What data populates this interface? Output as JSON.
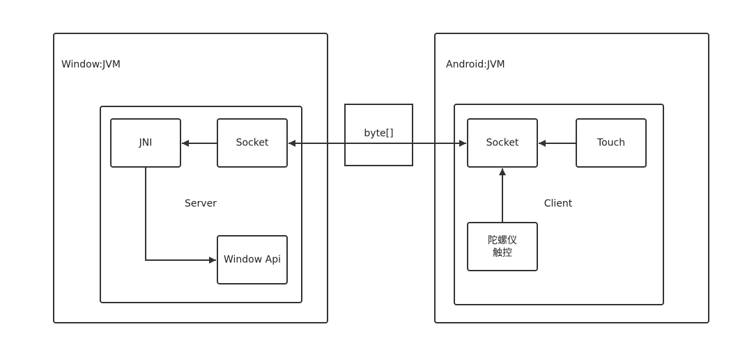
{
  "window_jvm": {
    "title": "Window:JVM",
    "server": {
      "label": "Server",
      "jni": "JNI",
      "socket": "Socket",
      "window_api": "Window Api"
    }
  },
  "message": {
    "label": "byte[]"
  },
  "android_jvm": {
    "title": "Android:JVM",
    "client": {
      "label": "Client",
      "socket": "Socket",
      "touch": "Touch",
      "gyro_line1": "陀螺仪",
      "gyro_line2": "触控"
    }
  },
  "colors": {
    "stroke": "#333333",
    "background": "#ffffff",
    "text": "#222222"
  }
}
